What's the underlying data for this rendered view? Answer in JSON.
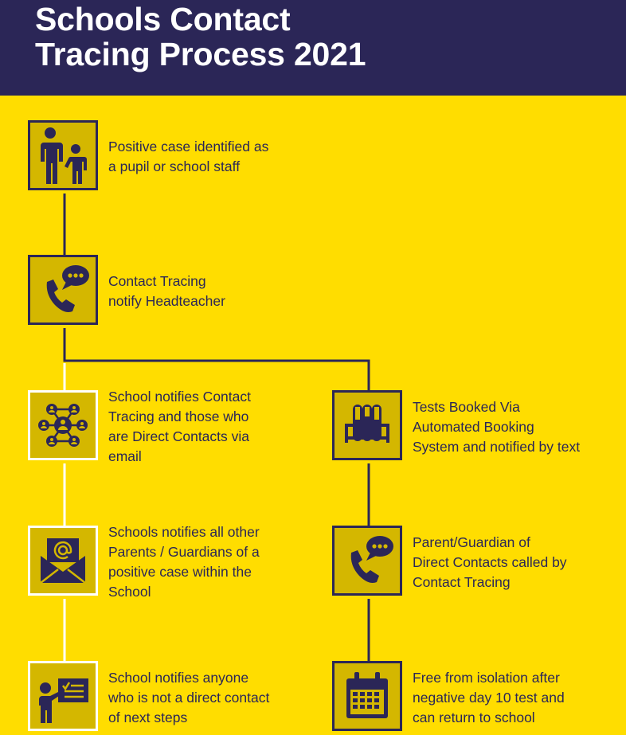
{
  "title": "Schools Contact\nTracing Process 2021",
  "colors": {
    "background": "#FFDD00",
    "header": "#2B2657",
    "icon_box": "#D4B700",
    "icon": "#2B2657",
    "connector_dark": "#2B2657",
    "connector_light": "#FFFFFF"
  },
  "steps": [
    {
      "icon": "family-icon",
      "text": "Positive case identified as\na pupil or school staff"
    },
    {
      "icon": "phone-chat-icon",
      "text": "Contact Tracing\nnotify Headteacher"
    },
    {
      "icon": "network-people-icon",
      "text": "School notifies Contact\nTracing and those who\nare Direct Contacts via\nemail"
    },
    {
      "icon": "email-envelope-icon",
      "text": "Schools notifies all other\nParents / Guardians of a\npositive case within the\nSchool"
    },
    {
      "icon": "teacher-board-icon",
      "text": "School notifies anyone\nwho is not a direct contact\nof next steps"
    },
    {
      "icon": "test-tubes-icon",
      "text": "Tests Booked Via\nAutomated Booking\nSystem and notified by text"
    },
    {
      "icon": "phone-chat-icon",
      "text": "Parent/Guardian of\nDirect Contacts called by\nContact Tracing"
    },
    {
      "icon": "calendar-icon",
      "text": "Free from isolation after\nnegative day 10 test and\ncan return to school"
    }
  ]
}
